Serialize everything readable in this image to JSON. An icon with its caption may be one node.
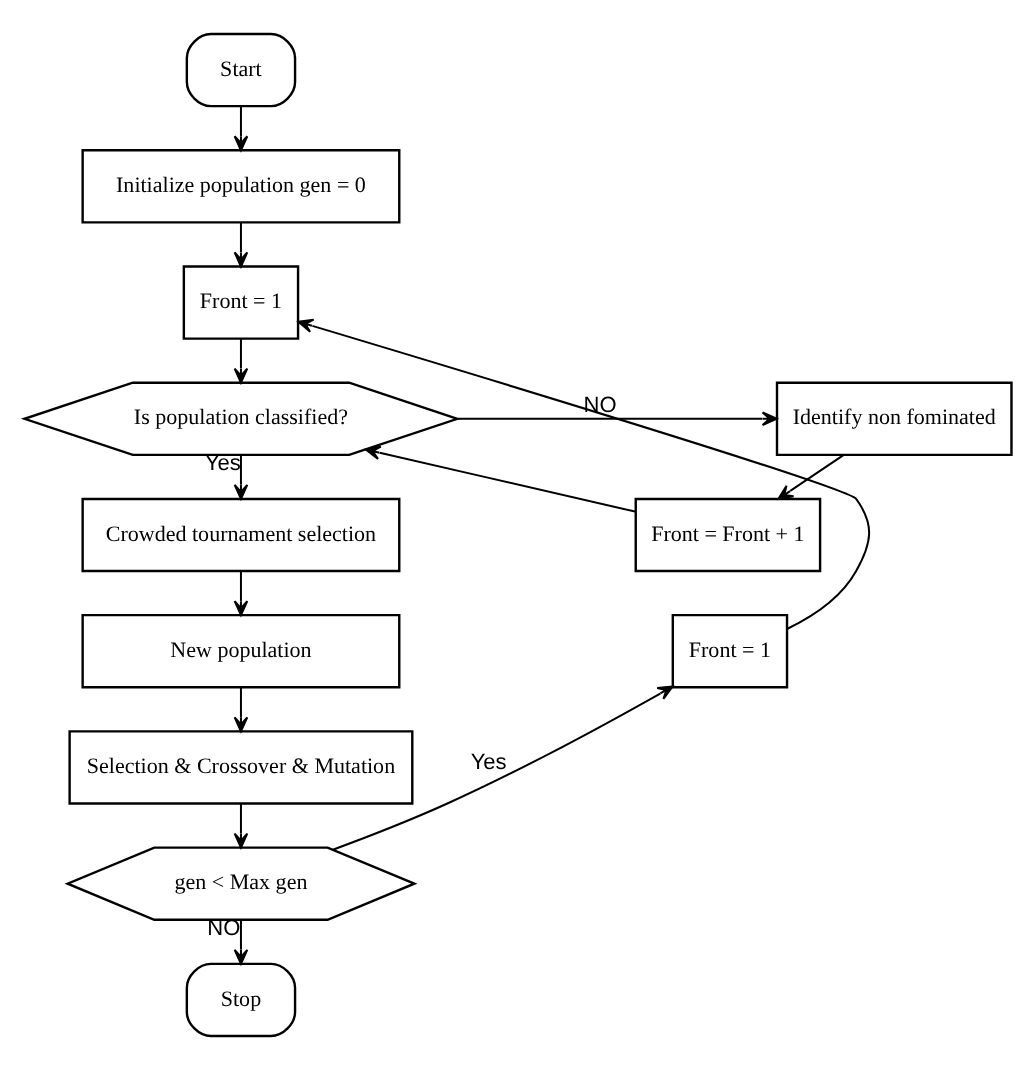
{
  "diagram": {
    "nodes": [
      {
        "text": [
          "Start"
        ]
      },
      {
        "text": [
          "Initialize population gen = 0"
        ]
      },
      {
        "text": [
          "Front = 1"
        ]
      },
      {
        "text": [
          "Is population classified?"
        ]
      },
      {
        "text": [
          "Identify non fominated"
        ]
      },
      {
        "text": [
          "Front = Front + 1"
        ]
      },
      {
        "text": [
          "Crowded tournament selection"
        ]
      },
      {
        "text": [
          "New population"
        ]
      },
      {
        "text": [
          "Selection & Crossover & Mutation"
        ]
      },
      {
        "text": [
          "gen < Max gen"
        ]
      },
      {
        "text": [
          "Stop"
        ]
      },
      {
        "text": [
          "Front = 1"
        ]
      }
    ],
    "edges": [
      {
        "from": 0,
        "to": 1,
        "arrow": "to"
      },
      {
        "from": 1,
        "to": 2,
        "arrow": "to"
      },
      {
        "from": 2,
        "to": 3,
        "arrow": "to"
      },
      {
        "from": 3,
        "to": 4,
        "arrow": "to",
        "label": "NO"
      },
      {
        "from": 4,
        "to": 5,
        "arrow": "to"
      },
      {
        "from": 5,
        "to": 3,
        "arrow": "to"
      },
      {
        "from": 3,
        "to": 6,
        "arrow": "to",
        "label": "Yes"
      },
      {
        "from": 6,
        "to": 7,
        "arrow": "to"
      },
      {
        "from": 7,
        "to": 8,
        "arrow": "to"
      },
      {
        "from": 8,
        "to": 9,
        "arrow": "to"
      },
      {
        "from": 9,
        "to": 11,
        "arrow": "to",
        "label": "Yes"
      },
      {
        "from": 11,
        "to": 2,
        "arrow": "to"
      },
      {
        "from": 9,
        "to": 10,
        "arrow": "to",
        "label": "NO"
      }
    ]
  }
}
